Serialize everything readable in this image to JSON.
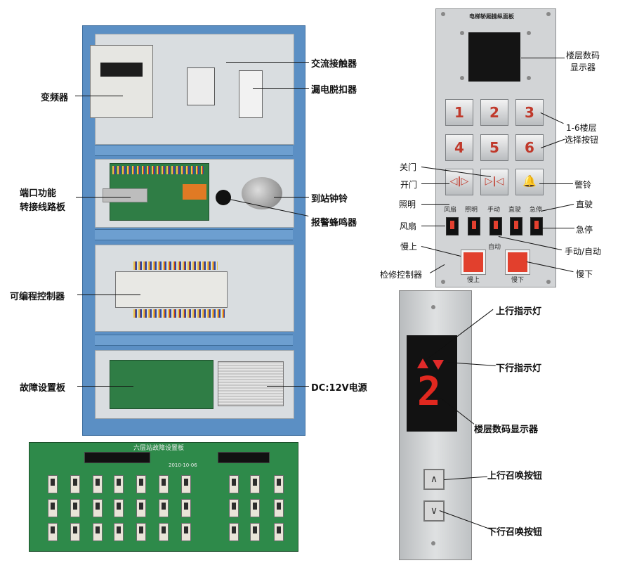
{
  "cabinet_labels": {
    "vfd": "变频器",
    "port_board_line1": "端口功能",
    "port_board_line2": "转接线路板",
    "plc": "可编程控制器",
    "fault_board": "故障设置板",
    "ac_contactor": "交流接触器",
    "leakage_breaker": "漏电脱扣器",
    "arrival_bell": "到站钟铃",
    "alarm_buzzer": "报警蜂鸣器",
    "psu": "DC:12V电源"
  },
  "fault_board": {
    "title": "六层站故障设置板",
    "date": "2010-10-06"
  },
  "car_panel": {
    "title": "电梯轿厢操纵面板",
    "floor_display_label_line1": "楼层数码",
    "floor_display_label_line2": "显示器",
    "floor_buttons_label_line1": "1-6楼层",
    "floor_buttons_label_line2": "选择按钮",
    "floor_buttons": [
      "1",
      "2",
      "3",
      "4",
      "5",
      "6"
    ],
    "close_door": "关门",
    "open_door": "开门",
    "alarm_bell": "警铃",
    "lighting": "照明",
    "fan": "风扇",
    "direct_drive": "直驶",
    "emergency_stop": "急停",
    "slow_up": "慢上",
    "manual_auto": "手动/自动",
    "maintenance_controller": "检修控制器",
    "slow_down": "慢下",
    "panel_switch_labels": [
      "风扇",
      "照明",
      "手动",
      "直驶",
      "急停"
    ],
    "panel_auto_label": "自动",
    "panel_slow_up": "慢上",
    "panel_slow_down": "慢下"
  },
  "hall_station": {
    "up_indicator": "上行指示灯",
    "down_indicator": "下行指示灯",
    "floor_display": "楼层数码显示器",
    "floor_digit": "2",
    "up_call": "上行召唤按钮",
    "down_call": "下行召唤按钮"
  }
}
